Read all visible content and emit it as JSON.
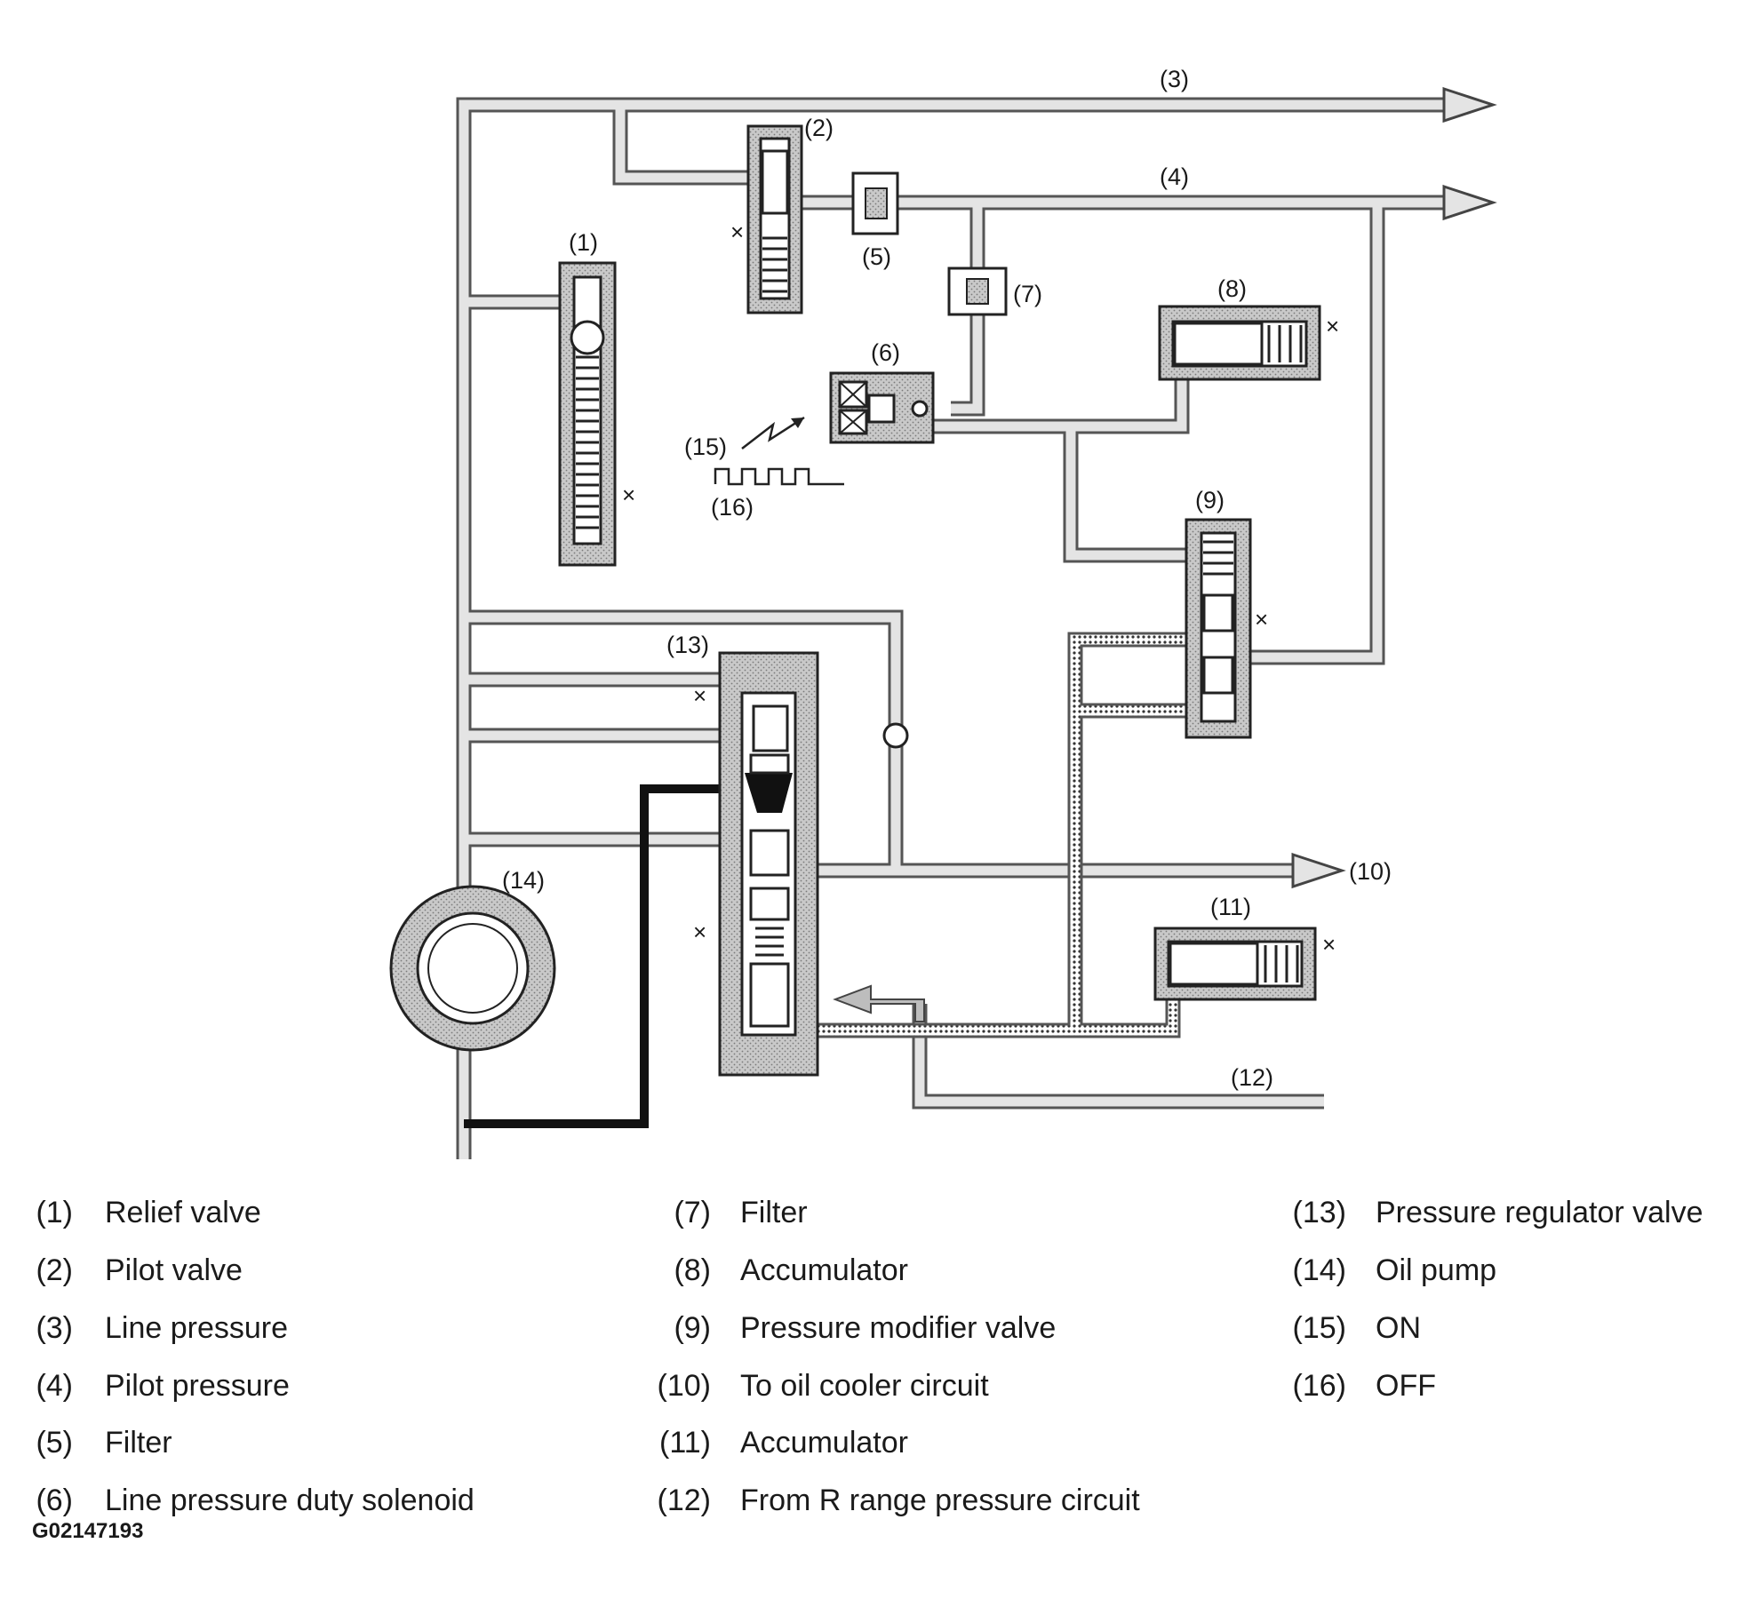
{
  "diagram": {
    "callouts": {
      "c1": "(1)",
      "c2": "(2)",
      "c3": "(3)",
      "c4": "(4)",
      "c5": "(5)",
      "c6": "(6)",
      "c7": "(7)",
      "c8": "(8)",
      "c9": "(9)",
      "c10": "(10)",
      "c11": "(11)",
      "c12": "(12)",
      "c13": "(13)",
      "c14": "(14)",
      "c15": "(15)",
      "c16": "(16)"
    },
    "drain_mark": "×"
  },
  "legend": {
    "col1": [
      {
        "num": "(1)",
        "text": "Relief valve"
      },
      {
        "num": "(2)",
        "text": "Pilot valve"
      },
      {
        "num": "(3)",
        "text": "Line pressure"
      },
      {
        "num": "(4)",
        "text": "Pilot pressure"
      },
      {
        "num": "(5)",
        "text": "Filter"
      },
      {
        "num": "(6)",
        "text": "Line pressure duty solenoid"
      }
    ],
    "col2": [
      {
        "num": "(7)",
        "text": "Filter"
      },
      {
        "num": "(8)",
        "text": "Accumulator"
      },
      {
        "num": "(9)",
        "text": "Pressure modifier valve"
      },
      {
        "num": "(10)",
        "text": "To oil cooler circuit"
      },
      {
        "num": "(11)",
        "text": "Accumulator"
      },
      {
        "num": "(12)",
        "text": "From R range pressure circuit"
      }
    ],
    "col3": [
      {
        "num": "(13)",
        "text": "Pressure regulator valve"
      },
      {
        "num": "(14)",
        "text": "Oil pump"
      },
      {
        "num": "(15)",
        "text": "ON"
      },
      {
        "num": "(16)",
        "text": "OFF"
      }
    ]
  },
  "figure_id": "G02147193"
}
